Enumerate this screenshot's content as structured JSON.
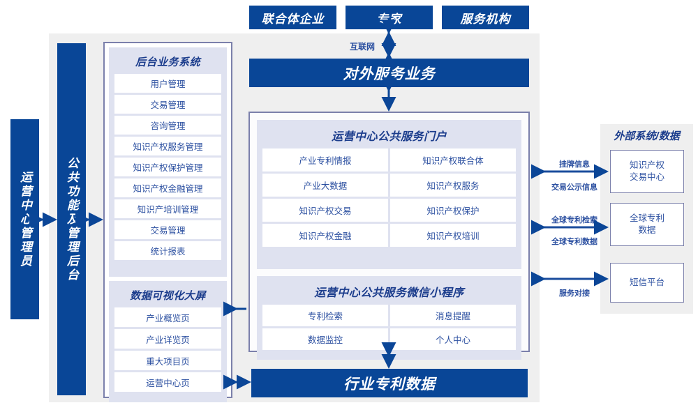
{
  "theme": {
    "brand_blue": "#094697",
    "panel_lavender": "#dfe2f0",
    "container_gray": "#efefef",
    "border_purple": "#7b80ab",
    "text_blue": "#2b4fa0",
    "title_blue": "#1b3c8c"
  },
  "top_actors": [
    {
      "label": "联合体企业"
    },
    {
      "label": "专家"
    },
    {
      "label": "服务机构"
    }
  ],
  "internet_label": "互联网",
  "external_service_bar": "对外服务业务",
  "industry_data_bar": "行业专利数据",
  "left_roles": {
    "admin": "运营中心管理员",
    "common_backend": "公共功能及管理后台"
  },
  "backend_system": {
    "title": "后台业务系统",
    "items": [
      "用户管理",
      "交易管理",
      "咨询管理",
      "知识产权服务管理",
      "知识产权保护管理",
      "知识产权金融管理",
      "知识产培训管理",
      "交易管理",
      "统计报表"
    ]
  },
  "visualization_board": {
    "title": "数据可视化大屏",
    "items": [
      "产业概览页",
      "产业详览页",
      "重大项目页",
      "运营中心页"
    ]
  },
  "portal": {
    "title": "运营中心公共服务门户",
    "items": [
      "产业专利情报",
      "知识产权联合体",
      "产业大数据",
      "知识产权服务",
      "知识产权交易",
      "知识产权保护",
      "知识产权金融",
      "知识产权培训"
    ]
  },
  "miniprogram": {
    "title": "运营中心公共服务微信小程序",
    "items": [
      "专利检索",
      "消息提醒",
      "数据监控",
      "个人中心"
    ]
  },
  "external": {
    "title": "外部系统/数据",
    "systems": [
      {
        "label": "知识产权\n交易中心",
        "line1": "知识产权",
        "line2": "交易中心"
      },
      {
        "label": "全球专利\n数据",
        "line1": "全球专利",
        "line2": "数据"
      },
      {
        "label": "短信平台",
        "line1": "短信平台",
        "line2": ""
      }
    ],
    "connector_labels": [
      {
        "above": "挂牌信息",
        "below": "交易公示信息"
      },
      {
        "above": "全球专利检索",
        "below": "全球专利数据"
      },
      {
        "above": "",
        "below": "服务对接"
      }
    ]
  }
}
